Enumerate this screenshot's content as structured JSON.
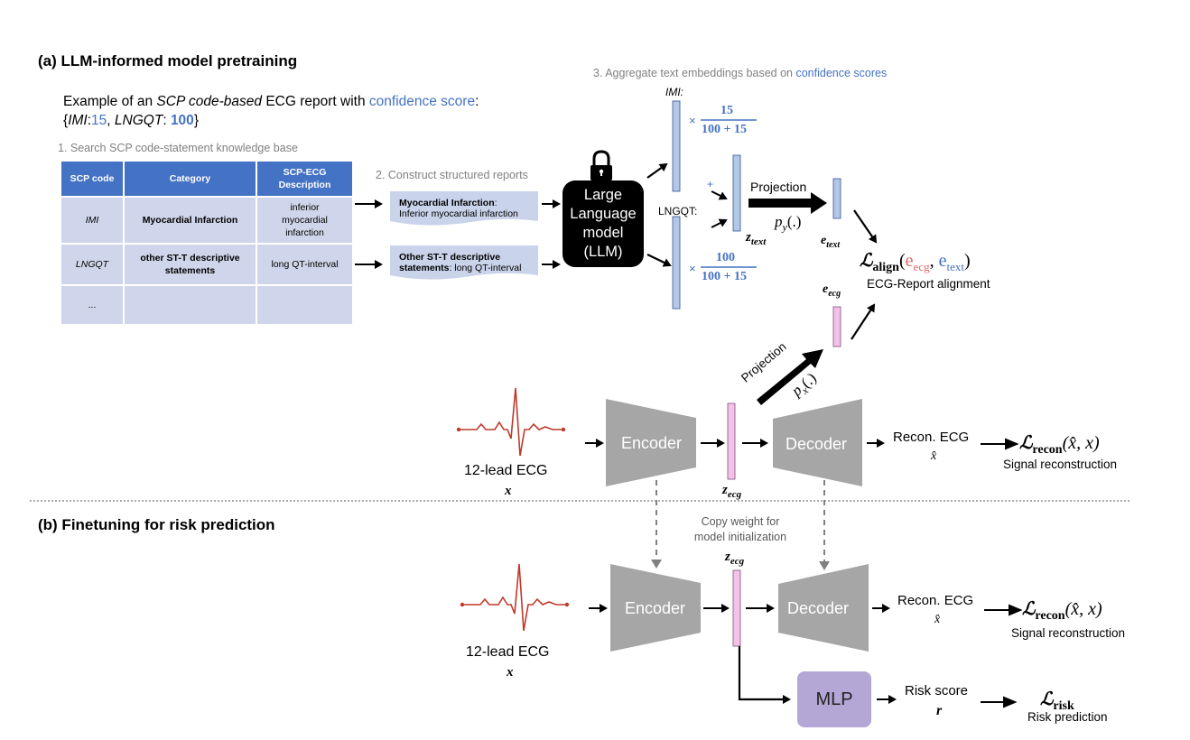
{
  "part_a": {
    "title": "(a) LLM-informed model pretraining",
    "example_line1_prefix": "Example of an",
    "example_line1_italic": "SCP code-based",
    "example_line1_suffix": "ECG report with",
    "example_line1_blue": "confidence score",
    "example_line1_colon": ":",
    "example_line2": {
      "open": "{",
      "imi": "IMI",
      "imi_sep": ":",
      "imi_val": "15",
      "comma": ", ",
      "lng": "LNGQT",
      "lng_sep": ": ",
      "lng_val": "100",
      "close": "}"
    },
    "step1": "1. Search SCP code-statement knowledge base",
    "step2": "2. Construct structured reports",
    "step3_prefix": "3. Aggregate text embeddings based on",
    "step3_blue": "confidence scores",
    "table": {
      "headers": [
        "SCP code",
        "Category",
        "SCP-ECG Description"
      ],
      "rows": [
        [
          "IMI",
          "Myocardial Infarction",
          "inferior myocardial infarction"
        ],
        [
          "LNGQT",
          "other ST-T descriptive statements",
          "long QT-interval"
        ],
        [
          "...",
          "",
          ""
        ]
      ]
    },
    "reports": [
      {
        "bold": "Myocardial Infarction",
        "rest_inline": ":",
        "line2": "Inferior myocardial infarction"
      },
      {
        "bold": "Other ST-T descriptive",
        "bold2": "statements",
        "rest_inline": ": long QT-interval"
      }
    ],
    "llm_label": [
      "Large",
      "Language",
      "model",
      "(LLM)"
    ],
    "imi_label": "IMI:",
    "lngqt_label": "LNGQT:",
    "frac1": {
      "times": "×",
      "num": "15",
      "den": "100 + 15"
    },
    "frac2": {
      "times": "×",
      "num": "100",
      "den": "100 + 15"
    },
    "plus": "+",
    "z_text": "z",
    "z_text_sub": "text",
    "projection_top": "Projection",
    "p_y": "p",
    "p_y_sub": "y",
    "p_y_arg": "(.)",
    "e_text": "e",
    "e_text_sub": "text",
    "e_ecg": "e",
    "e_ecg_sub": "ecg",
    "align_L": "ℒ",
    "align_sub": "align",
    "align_open": "(",
    "align_arg1": "e",
    "align_arg1_sub": "ecg",
    "align_comma": ", ",
    "align_arg2": "e",
    "align_arg2_sub": "text",
    "align_close": ")",
    "align_caption": "ECG-Report alignment",
    "projection_diag": "Projection",
    "p_x": "p",
    "p_x_sub": "x",
    "p_x_arg": "(.)",
    "ecg_input": "12-lead ECG",
    "ecg_var": "x",
    "encoder": "Encoder",
    "decoder": "Decoder",
    "z_ecg": "z",
    "z_ecg_sub": "ecg",
    "recon": "Recon. ECG",
    "xhat": "x̂",
    "recon_L": "ℒ",
    "recon_sub": "recon",
    "recon_args": "(x̂, x)",
    "recon_caption": "Signal reconstruction"
  },
  "part_b": {
    "title": "(b) Finetuning for risk prediction",
    "copy_note": [
      "Copy weight for",
      "model initialization"
    ],
    "ecg_input": "12-lead ECG",
    "ecg_var": "x",
    "encoder": "Encoder",
    "decoder": "Decoder",
    "z_ecg": "z",
    "z_ecg_sub": "ecg",
    "recon": "Recon. ECG",
    "xhat": "x̂",
    "recon_L": "ℒ",
    "recon_sub": "recon",
    "recon_args": "(x̂, x)",
    "recon_caption": "Signal reconstruction",
    "mlp": "MLP",
    "risk": "Risk score",
    "risk_var": "r",
    "risk_L": "ℒ",
    "risk_sub": "risk",
    "risk_caption": "Risk prediction"
  },
  "colors": {
    "blue_text": "#4472c4",
    "table_header": "#4472c4",
    "table_cell": "#cfd5ea",
    "report_bg": "#c9d3ea",
    "text_bar": "#b4c7e7",
    "ecg_bar": "#f4c2e6",
    "enc_dec": "#a6a6a6",
    "mlp": "#b4a7d6",
    "ecg_wave": "#c0392b",
    "ecg_red_text": "#e06666"
  },
  "icons": [
    "lock-icon",
    "ecg-waveform-icon"
  ]
}
